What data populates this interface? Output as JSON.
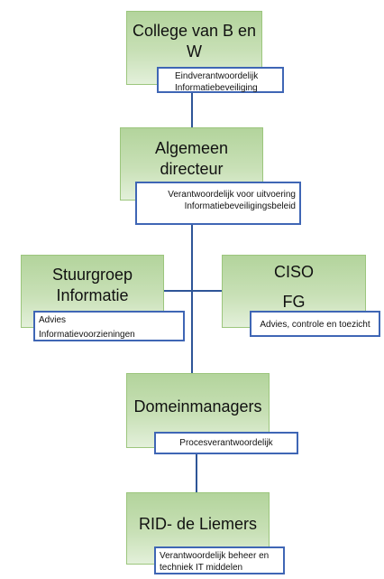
{
  "nodes": {
    "college": {
      "title_line1": "College van B en",
      "title_line2": "W",
      "note_line1": "Eindverantwoordelijk",
      "note_line2": "Informatiebeveiliging"
    },
    "directeur": {
      "title_line1": "Algemeen",
      "title_line2": "directeur",
      "note_line1": "Verantwoordelijk voor uitvoering",
      "note_line2": "Informatiebeveiligingsbeleid"
    },
    "stuurgroep": {
      "title_line1": "Stuurgroep",
      "title_line2": "Informatie",
      "note_line1": "Advies",
      "note_line2": "Informatievoorzieningen"
    },
    "ciso": {
      "title_line1": "CISO",
      "title_line2": "FG",
      "note_line1": "Advies, controle en toezicht"
    },
    "domeinmanagers": {
      "title": "Domeinmanagers",
      "note_line1": "Procesverantwoordelijk"
    },
    "rid": {
      "title": "RID- de Liemers",
      "note_line1": "Verantwoordelijk beheer en",
      "note_line2": "techniek IT middelen"
    }
  },
  "colors": {
    "box_fill": "#c8e0b6",
    "box_border": "#9cc67d",
    "note_border": "#3f66b5",
    "connector": "#2e5597"
  }
}
